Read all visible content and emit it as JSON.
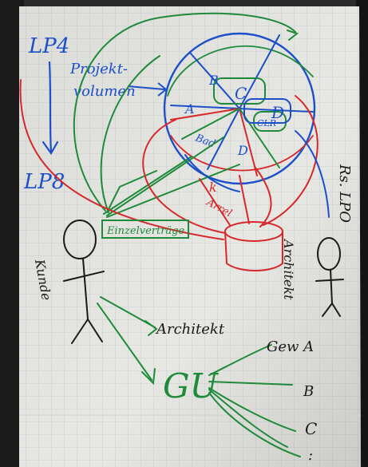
{
  "whiteboard": {
    "lp_top": "LP4",
    "lp_bottom": "LP8",
    "projekt_label": "Projekt-",
    "volumen_label": "volumen",
    "segment_labels": [
      "A",
      "B",
      "C",
      "D",
      "Bad",
      "CLR",
      "D"
    ],
    "einzelvertraege_label": "Einzelverträge",
    "kunde_label": "Kunde",
    "architekt_right_label": "Architekt",
    "rs_lpo_label": "Rs. LPO",
    "k_label": "k",
    "anrechnung_label": "Arrel",
    "architekt_bottom_label": "Architekt",
    "gu_label": "GU",
    "gew_label": "Gew A",
    "list_b": "B",
    "list_c": "C",
    "list_colon": ":"
  },
  "colors": {
    "blue": "#1c4fc8",
    "green": "#1f8a3a",
    "red": "#d6282b",
    "dark": "#1a1a1a",
    "paper": "#e7e8e3",
    "grid": "#c7cccf"
  }
}
